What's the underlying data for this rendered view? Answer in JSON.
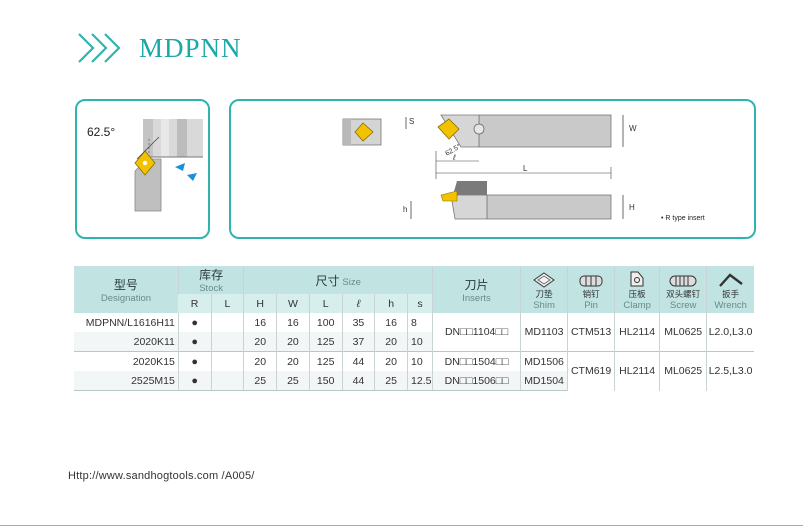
{
  "title": "MDPNN",
  "diagram": {
    "angle": "62.5°",
    "dim_s": "S",
    "dim_w": "W",
    "dim_h": "h",
    "dim_H": "H",
    "dim_L": "L",
    "dim_l": "ℓ",
    "angle_small": "62.5°",
    "note": "• R type insert"
  },
  "table": {
    "headers": {
      "designation_cn": "型号",
      "designation_en": "Designation",
      "stock_cn": "库存",
      "stock_en": "Stock",
      "size_cn": "尺寸",
      "size_en": "Size",
      "inserts_cn": "刀片",
      "inserts_en": "Inserts",
      "shim_cn": "刀垫",
      "shim_en": "Shim",
      "pin_cn": "销钉",
      "pin_en": "Pin",
      "clamp_cn": "压板",
      "clamp_en": "Clamp",
      "screw_cn": "双头螺钉",
      "screw_en": "Screw",
      "wrench_cn": "扳手",
      "wrench_en": "Wrench"
    },
    "subheaders": [
      "R",
      "L",
      "H",
      "W",
      "L",
      "ℓ",
      "h",
      "s"
    ],
    "rows": [
      {
        "designation": "MDPNN/L1616H11",
        "r": "●",
        "l": "",
        "H": "16",
        "W": "16",
        "L": "100",
        "ell": "35",
        "h": "16",
        "s": "8"
      },
      {
        "designation": "2020K11",
        "r": "●",
        "l": "",
        "H": "20",
        "W": "20",
        "L": "125",
        "ell": "37",
        "h": "20",
        "s": "10"
      },
      {
        "designation": "2020K15",
        "r": "●",
        "l": "",
        "H": "20",
        "W": "20",
        "L": "125",
        "ell": "44",
        "h": "20",
        "s": "10"
      },
      {
        "designation": "2525M15",
        "r": "●",
        "l": "",
        "H": "25",
        "W": "25",
        "L": "150",
        "ell": "44",
        "h": "25",
        "s": "12.5"
      }
    ],
    "group1": {
      "insert": "DN□□1104□□",
      "shim": "MD1103",
      "pin": "CTM513",
      "clamp": "HL2114",
      "screw": "ML0625",
      "wrench": "L2.0,L3.0"
    },
    "group2": {
      "insert_a": "DN□□1504□□",
      "shim_a": "MD1506",
      "insert_b": "DN□□1506□□",
      "shim_b": "MD1504",
      "pin": "CTM619",
      "clamp": "HL2114",
      "screw": "ML0625",
      "wrench": "L2.5,L3.0"
    }
  },
  "footer": {
    "url": "Http://www.sandhogtools.com /A005/"
  },
  "colors": {
    "accent": "#2fb4b0",
    "header_bg": "#c1e4e2",
    "insert_yellow": "#f2c200"
  }
}
